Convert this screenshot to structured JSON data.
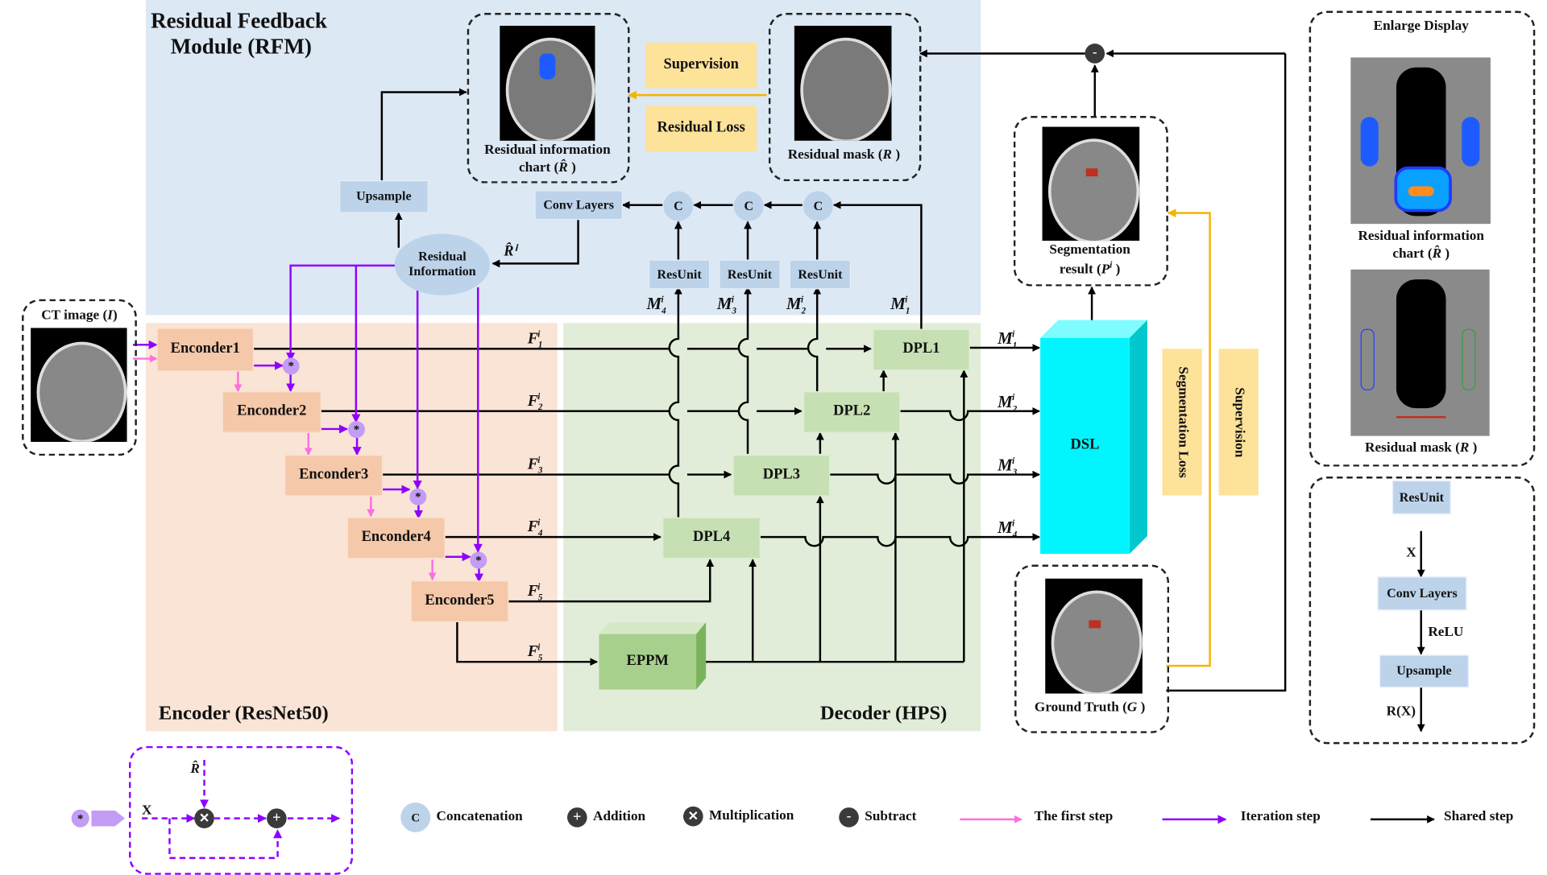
{
  "regions": {
    "rfm_title_line1": "Residual Feedback",
    "rfm_title_line2": "Module (RFM)",
    "encoder_title": "Encoder (ResNet50)",
    "decoder_title": "Decoder (HPS)"
  },
  "colors": {
    "rfm_bg": "#dce8f4",
    "encoder_bg": "#f9e4d6",
    "decoder_bg": "#e2edd9",
    "first_step": "#ff6ee0",
    "iteration_step": "#8f00ff",
    "shared_step": "#000000",
    "supervision": "#f6b400",
    "dsl": "#00f5ff"
  },
  "input": {
    "label": "CT image (",
    "var": "I",
    "close": ")"
  },
  "encoders": [
    "Enconder1",
    "Enconder2",
    "Enconder3",
    "Enconder4",
    "Enconder5"
  ],
  "decoders": [
    "DPL1",
    "DPL2",
    "DPL3",
    "DPL4"
  ],
  "eppm": "EPPM",
  "dsl": "DSL",
  "rfm": {
    "upsample": "Upsample",
    "conv_layers": "Conv Layers",
    "residual_information": "Residual Information",
    "resunits": [
      "ResUnit",
      "ResUnit",
      "ResUnit"
    ],
    "concat": "C",
    "r_hat_i": "R̂ⁱ",
    "supervision": "Supervision",
    "residual_loss": "Residual Loss",
    "residual_chart_label": "Residual information",
    "residual_chart_label2": "chart (",
    "residual_chart_var": "R̂",
    "residual_mask_label": "Residual mask (",
    "residual_mask_var": "R",
    "close": " )"
  },
  "features": {
    "F": [
      "F",
      "F",
      "F",
      "F",
      "F",
      "F"
    ],
    "F_sub": [
      "1",
      "2",
      "3",
      "4",
      "5",
      "5"
    ],
    "M": [
      "M",
      "M",
      "M",
      "M"
    ],
    "M_sub": [
      "4",
      "3",
      "2",
      "1"
    ],
    "M_out_sub": [
      "1",
      "2",
      "3",
      "4"
    ],
    "sup": "i"
  },
  "outputs": {
    "segmentation_label": "Segmentation",
    "segmentation_label2": "result (",
    "segmentation_var": "P",
    "ground_truth_label": "Ground Truth (",
    "ground_truth_var": "G",
    "segmentation_loss": "Segmentation Loss",
    "supervision": "Supervision",
    "subtract": "-"
  },
  "enlarge": {
    "title": "Enlarge Display",
    "chart_label": "Residual information",
    "chart_label2": "chart (",
    "chart_var": "R̂",
    "mask_label": "Residual mask (",
    "mask_var": "R",
    "close": " )"
  },
  "resunit_detail": {
    "resunit": "ResUnit",
    "x": "X",
    "conv_layers": "Conv Layers",
    "relu": "ReLU",
    "upsample": "Upsample",
    "rx": "R(X)"
  },
  "fusion_detail": {
    "star": "*",
    "r_hat": "R̂",
    "x": "X"
  },
  "legend": [
    {
      "icon": "concat",
      "label": "Concatenation"
    },
    {
      "icon": "add",
      "label": "Addition"
    },
    {
      "icon": "mult",
      "label": "Multiplication"
    },
    {
      "icon": "sub",
      "label": "Subtract"
    },
    {
      "icon": "first-step-arrow",
      "label": "The first step"
    },
    {
      "icon": "iteration-step-arrow",
      "label": "Iteration  step"
    },
    {
      "icon": "shared-step-arrow",
      "label": "Shared step"
    }
  ]
}
